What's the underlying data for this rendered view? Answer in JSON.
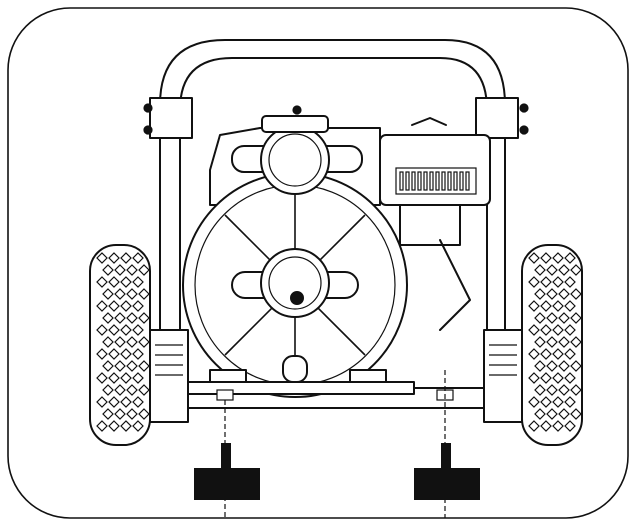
{
  "figure": {
    "line_color": "#111111",
    "fill_color": "#ffffff",
    "solid_color": "#111111",
    "background": "#ffffff",
    "icons": [
      "frame-outline",
      "engine-pump-unit",
      "left-wheel",
      "right-wheel",
      "mounting-block-left",
      "mounting-block-right"
    ]
  }
}
